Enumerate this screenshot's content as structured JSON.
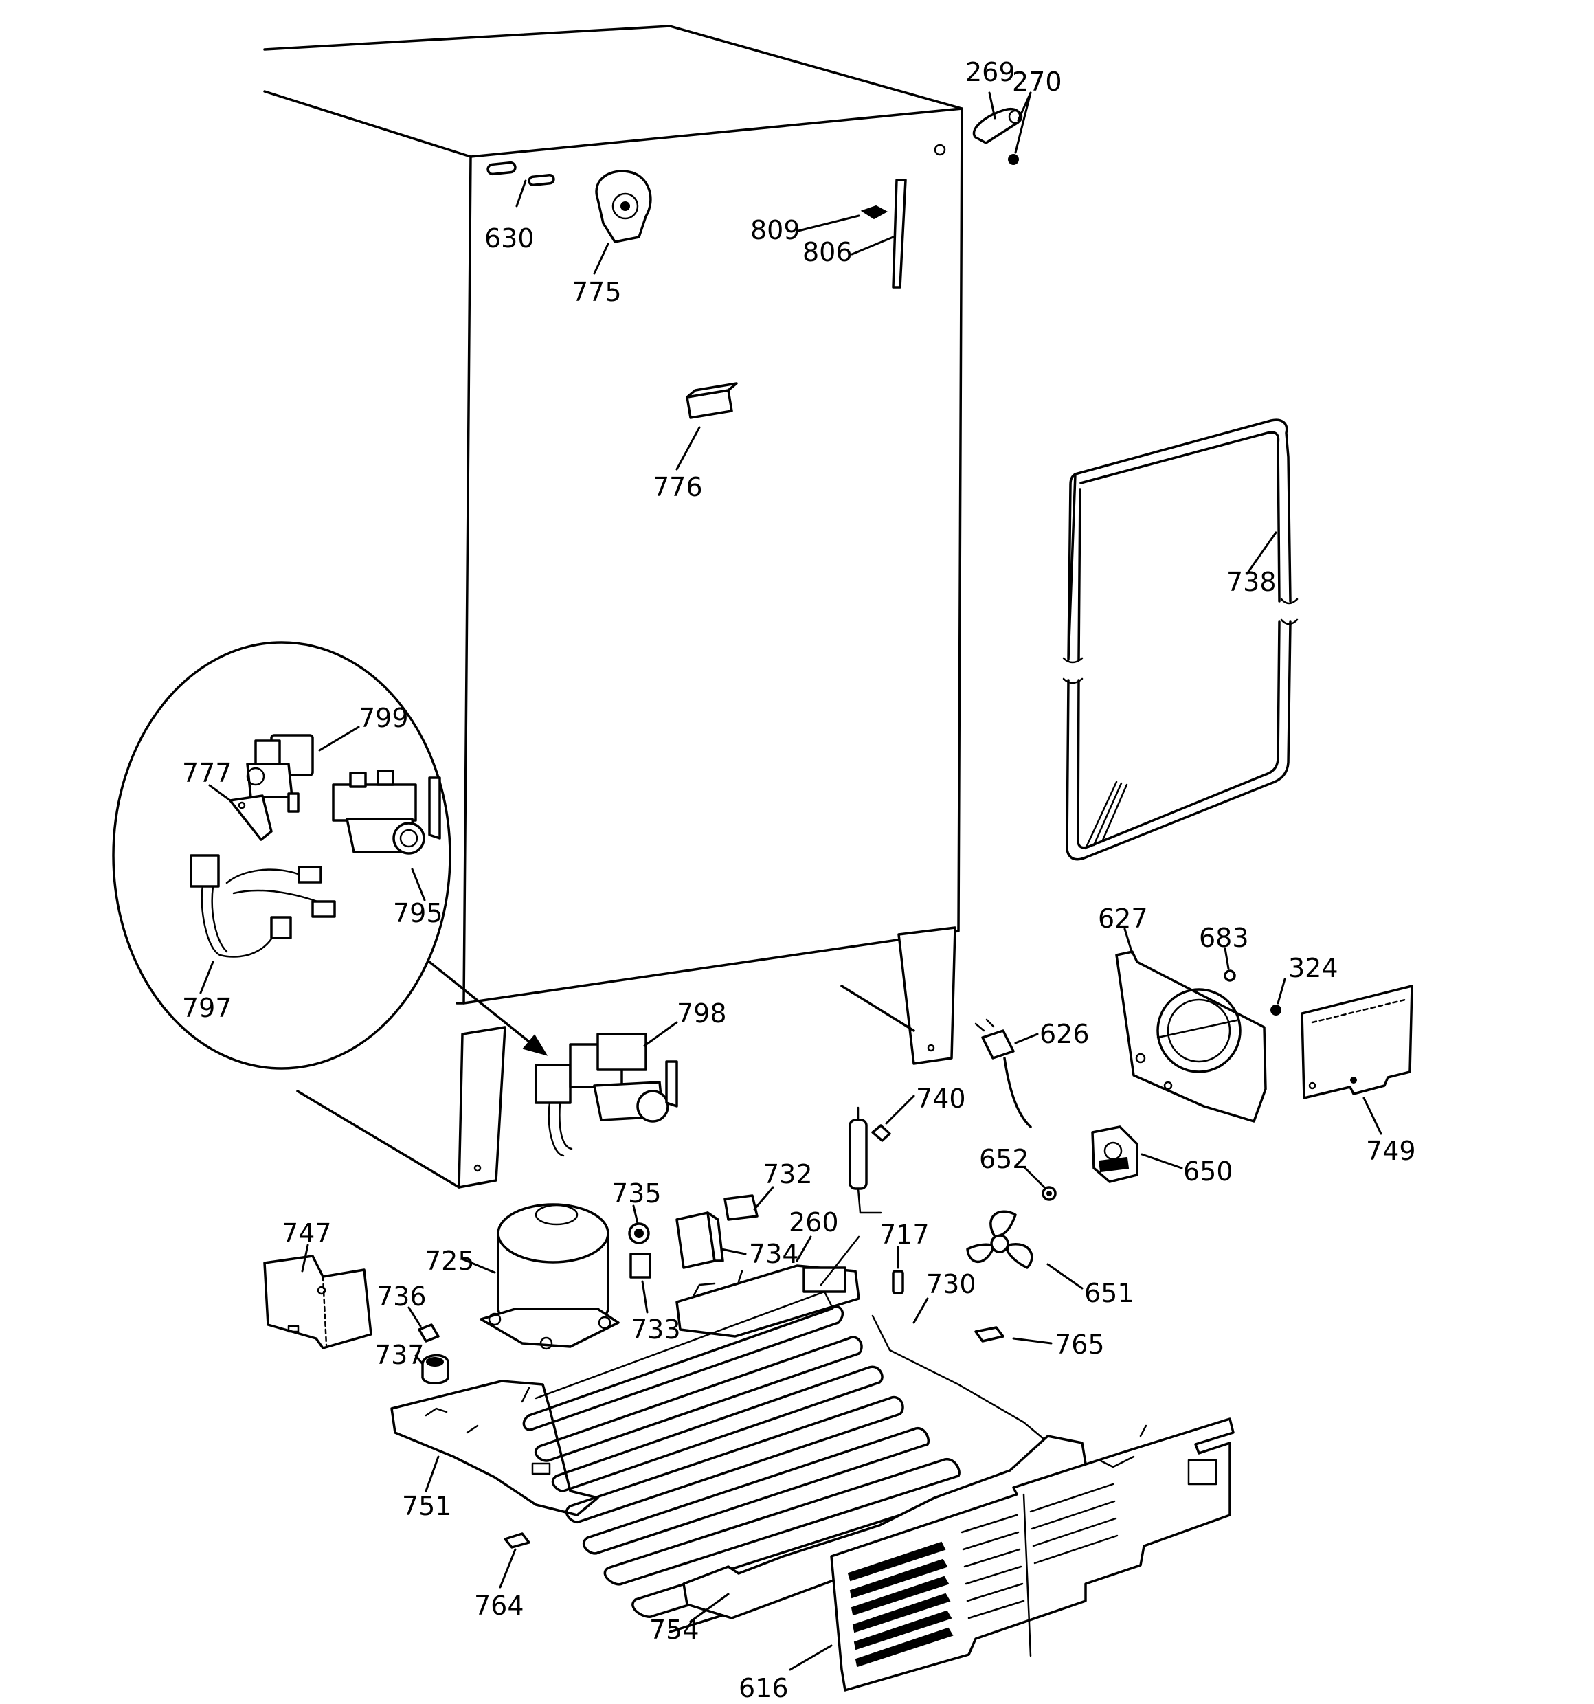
{
  "callouts": [
    {
      "id": "269",
      "text": "269"
    },
    {
      "id": "270",
      "text": "270"
    },
    {
      "id": "630",
      "text": "630"
    },
    {
      "id": "775",
      "text": "775"
    },
    {
      "id": "809",
      "text": "809"
    },
    {
      "id": "806",
      "text": "806"
    },
    {
      "id": "776",
      "text": "776"
    },
    {
      "id": "738",
      "text": "738"
    },
    {
      "id": "799",
      "text": "799"
    },
    {
      "id": "777",
      "text": "777"
    },
    {
      "id": "795",
      "text": "795"
    },
    {
      "id": "797",
      "text": "797"
    },
    {
      "id": "798",
      "text": "798"
    },
    {
      "id": "627",
      "text": "627"
    },
    {
      "id": "683",
      "text": "683"
    },
    {
      "id": "324",
      "text": "324"
    },
    {
      "id": "626",
      "text": "626"
    },
    {
      "id": "740",
      "text": "740"
    },
    {
      "id": "749",
      "text": "749"
    },
    {
      "id": "650",
      "text": "650"
    },
    {
      "id": "652",
      "text": "652"
    },
    {
      "id": "735",
      "text": "735"
    },
    {
      "id": "732",
      "text": "732"
    },
    {
      "id": "260",
      "text": "260"
    },
    {
      "id": "747",
      "text": "747"
    },
    {
      "id": "725",
      "text": "725"
    },
    {
      "id": "734",
      "text": "734"
    },
    {
      "id": "717",
      "text": "717"
    },
    {
      "id": "651",
      "text": "651"
    },
    {
      "id": "736",
      "text": "736"
    },
    {
      "id": "730",
      "text": "730"
    },
    {
      "id": "733",
      "text": "733"
    },
    {
      "id": "765",
      "text": "765"
    },
    {
      "id": "737",
      "text": "737"
    },
    {
      "id": "751",
      "text": "751"
    },
    {
      "id": "764",
      "text": "764"
    },
    {
      "id": "754",
      "text": "754"
    },
    {
      "id": "616",
      "text": "616"
    }
  ]
}
